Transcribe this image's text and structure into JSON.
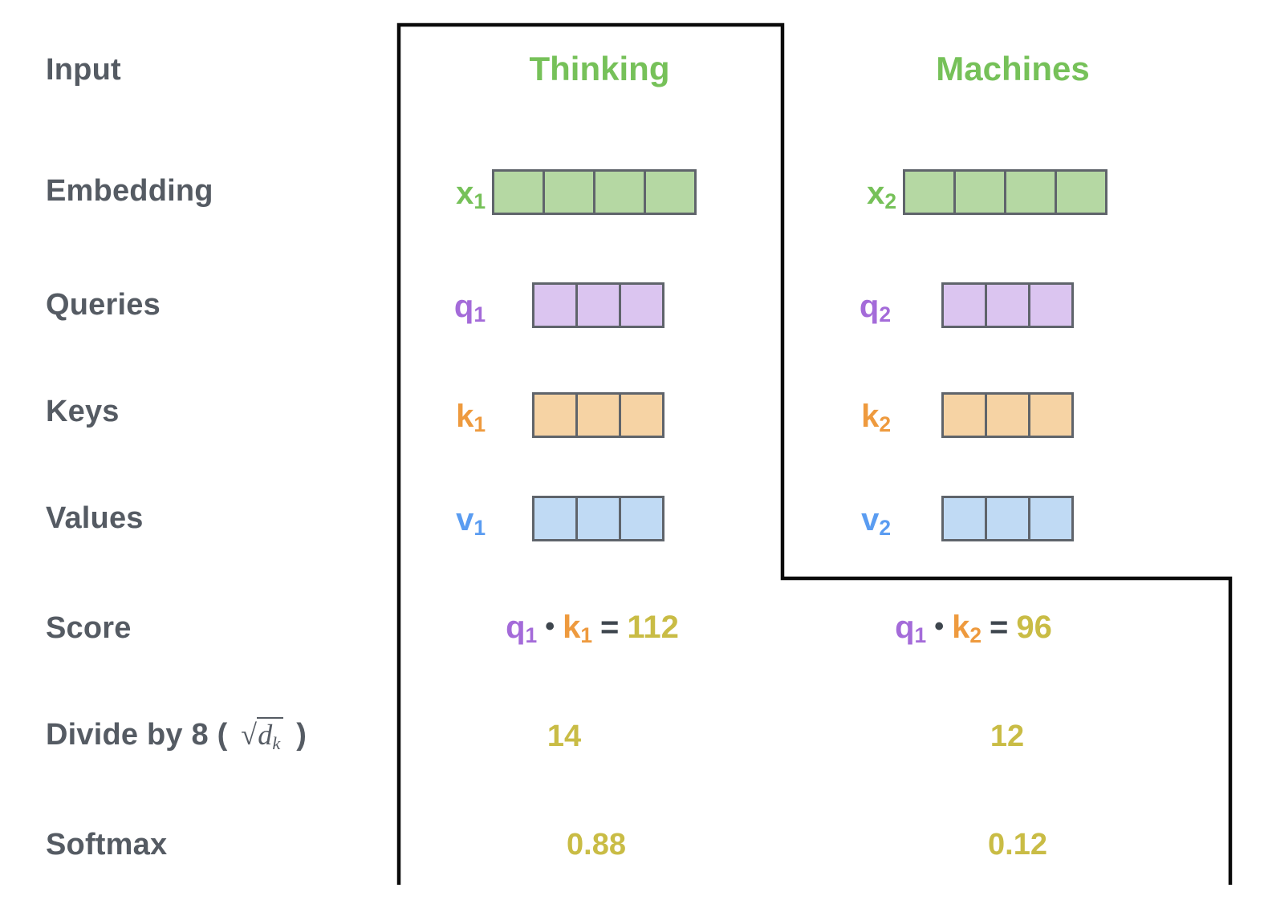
{
  "colors": {
    "dark": "#555b63",
    "symbol": "#3e464e",
    "green": "#76c159",
    "green_fill": "#b5d8a3",
    "purple": "#a46bd9",
    "purple_fill": "#dbc5f0",
    "orange": "#ee9a3e",
    "orange_fill": "#f6d3a4",
    "blue": "#5a9cf1",
    "blue_fill": "#c0daf4",
    "yellow": "#c9bc45",
    "cell_border": "#5f646b",
    "outline": "#0a0a0a"
  },
  "row_labels": {
    "input": "Input",
    "embedding": "Embedding",
    "queries": "Queries",
    "keys": "Keys",
    "values": "Values",
    "score": "Score",
    "softmax": "Softmax"
  },
  "divide_row": {
    "prefix": "Divide by 8 (",
    "radical": "√",
    "d": "d",
    "d_sub": "k",
    "suffix": ")"
  },
  "columns": {
    "col1": "Thinking",
    "col2": "Machines"
  },
  "vectors": {
    "x1": {
      "base": "x",
      "sub": "1",
      "cells": 4,
      "fill": "green_fill"
    },
    "x2": {
      "base": "x",
      "sub": "2",
      "cells": 4,
      "fill": "green_fill"
    },
    "q1": {
      "base": "q",
      "sub": "1",
      "cells": 3,
      "fill": "purple_fill"
    },
    "q2": {
      "base": "q",
      "sub": "2",
      "cells": 3,
      "fill": "purple_fill"
    },
    "k1": {
      "base": "k",
      "sub": "1",
      "cells": 3,
      "fill": "orange_fill"
    },
    "k2": {
      "base": "k",
      "sub": "2",
      "cells": 3,
      "fill": "orange_fill"
    },
    "v1": {
      "base": "v",
      "sub": "1",
      "cells": 3,
      "fill": "blue_fill"
    },
    "v2": {
      "base": "v",
      "sub": "2",
      "cells": 3,
      "fill": "blue_fill"
    }
  },
  "scores": {
    "s1": {
      "q": "q",
      "q_sub": "1",
      "dot": "•",
      "k": "k",
      "k_sub": "1",
      "eq": "=",
      "value": "112"
    },
    "s2": {
      "q": "q",
      "q_sub": "1",
      "dot": "•",
      "k": "k",
      "k_sub": "2",
      "eq": "=",
      "value": "96"
    }
  },
  "divide_values": {
    "v1": "14",
    "v2": "12"
  },
  "softmax_values": {
    "v1": "0.88",
    "v2": "0.12"
  }
}
